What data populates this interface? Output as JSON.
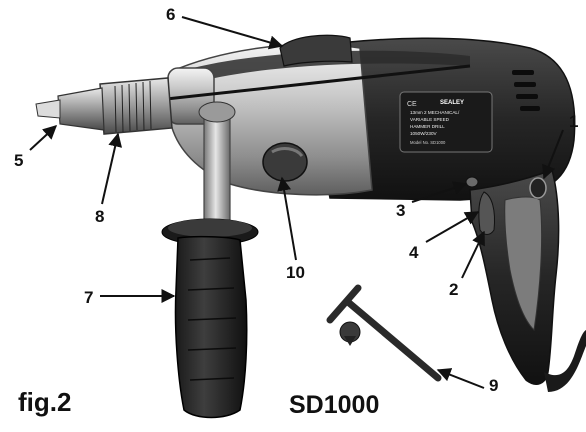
{
  "figure": {
    "label": "fig.2",
    "model": "SD1000"
  },
  "product_label": {
    "brand": "SEALEY",
    "line1": "13mm 2 MECHANICAL/",
    "line2": "VARIABLE SPEED",
    "line3": "HAMMER DRILL",
    "line4": "1050W/230V",
    "line5": "Model No. SD1000"
  },
  "callouts": [
    {
      "id": "1",
      "text": "1"
    },
    {
      "id": "2",
      "text": "2"
    },
    {
      "id": "3",
      "text": "3"
    },
    {
      "id": "4",
      "text": "4"
    },
    {
      "id": "5",
      "text": "5"
    },
    {
      "id": "6",
      "text": "6"
    },
    {
      "id": "7",
      "text": "7"
    },
    {
      "id": "8",
      "text": "8"
    },
    {
      "id": "9",
      "text": "9"
    },
    {
      "id": "10",
      "text": "10"
    }
  ]
}
